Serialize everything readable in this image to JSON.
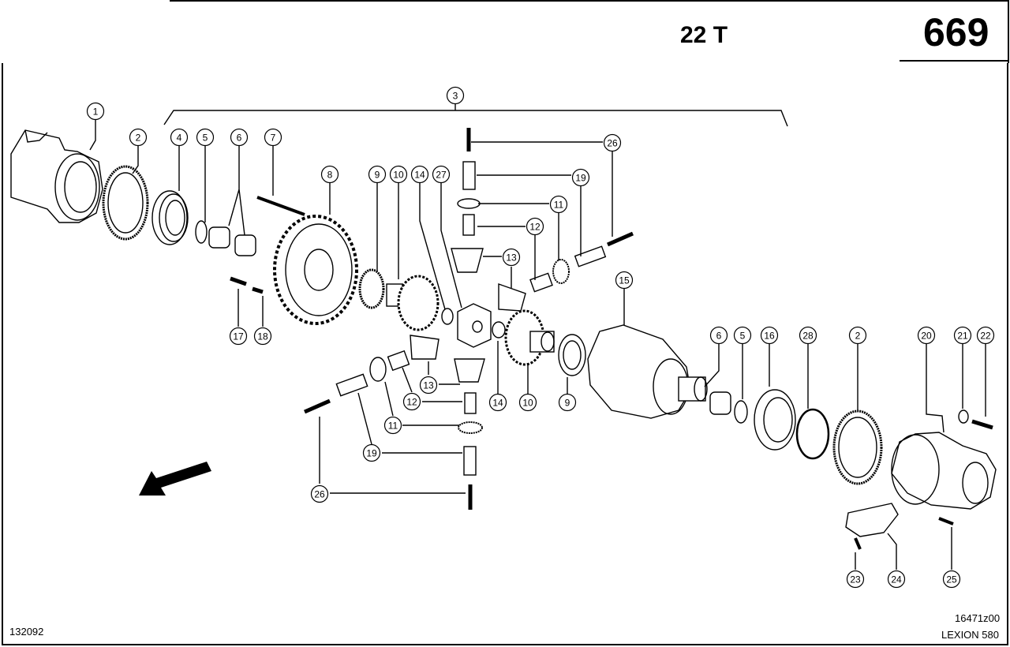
{
  "header": {
    "title": "22 T",
    "page_number": "669"
  },
  "footer": {
    "left_code": "132092",
    "drawing_code": "16471z00",
    "model": "LEXION 580"
  },
  "callouts": [
    {
      "id": "c1",
      "label": "1"
    },
    {
      "id": "c2a",
      "label": "2"
    },
    {
      "id": "c3",
      "label": "3"
    },
    {
      "id": "c4",
      "label": "4"
    },
    {
      "id": "c5a",
      "label": "5"
    },
    {
      "id": "c6a",
      "label": "6"
    },
    {
      "id": "c7",
      "label": "7"
    },
    {
      "id": "c8",
      "label": "8"
    },
    {
      "id": "c9a",
      "label": "9"
    },
    {
      "id": "c10a",
      "label": "10"
    },
    {
      "id": "c14a",
      "label": "14"
    },
    {
      "id": "c27",
      "label": "27"
    },
    {
      "id": "c26a",
      "label": "26"
    },
    {
      "id": "c19a",
      "label": "19"
    },
    {
      "id": "c11a",
      "label": "11"
    },
    {
      "id": "c12a",
      "label": "12"
    },
    {
      "id": "c13a",
      "label": "13"
    },
    {
      "id": "c15",
      "label": "15"
    },
    {
      "id": "c17",
      "label": "17"
    },
    {
      "id": "c18",
      "label": "18"
    },
    {
      "id": "c13b",
      "label": "13"
    },
    {
      "id": "c12b",
      "label": "12"
    },
    {
      "id": "c11b",
      "label": "11"
    },
    {
      "id": "c19b",
      "label": "19"
    },
    {
      "id": "c26b",
      "label": "26"
    },
    {
      "id": "c14b",
      "label": "14"
    },
    {
      "id": "c10b",
      "label": "10"
    },
    {
      "id": "c9b",
      "label": "9"
    },
    {
      "id": "c6b",
      "label": "6"
    },
    {
      "id": "c5b",
      "label": "5"
    },
    {
      "id": "c16",
      "label": "16"
    },
    {
      "id": "c28",
      "label": "28"
    },
    {
      "id": "c2b",
      "label": "2"
    },
    {
      "id": "c20",
      "label": "20"
    },
    {
      "id": "c21",
      "label": "21"
    },
    {
      "id": "c22",
      "label": "22"
    },
    {
      "id": "c23",
      "label": "23"
    },
    {
      "id": "c24",
      "label": "24"
    },
    {
      "id": "c25",
      "label": "25"
    }
  ]
}
